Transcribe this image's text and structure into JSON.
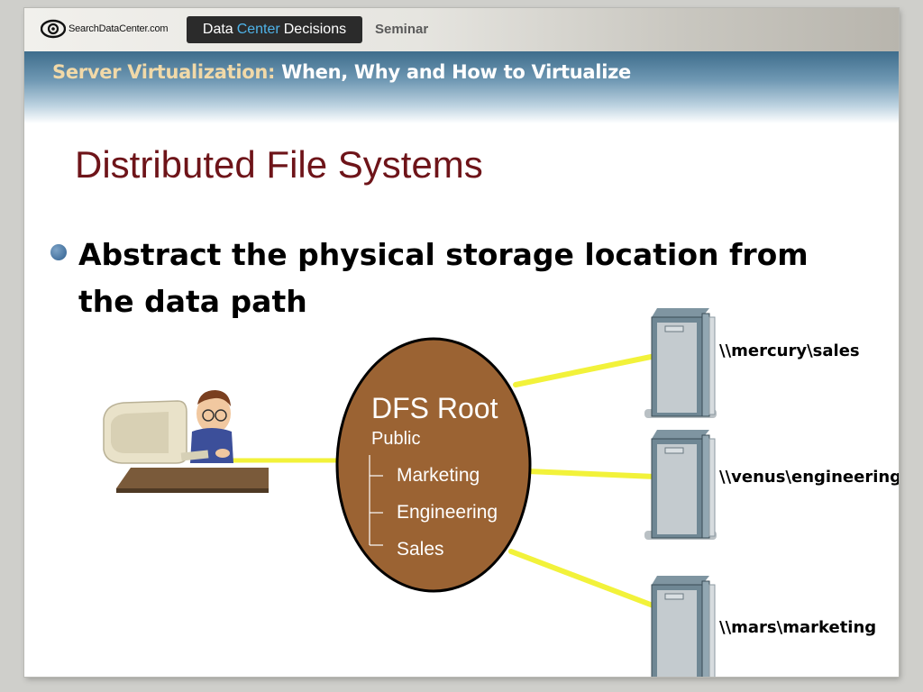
{
  "header": {
    "logo_text": "SearchDataCenter.com",
    "badge": {
      "part1": "Data",
      "accent": "Center",
      "part2": "Decisions"
    },
    "seminar_label": "Seminar"
  },
  "subtitle": {
    "prefix": "Server Virtualization:",
    "rest": "When, Why and How to Virtualize"
  },
  "title": "Distributed File Systems",
  "bullet": "Abstract the physical storage location from the data path",
  "dfs": {
    "root_label": "DFS Root",
    "folder": "Public",
    "items": [
      "Marketing",
      "Engineering",
      "Sales"
    ]
  },
  "servers": [
    {
      "share": "\\\\mercury\\sales"
    },
    {
      "share": "\\\\venus\\engineering"
    },
    {
      "share": "\\\\mars\\marketing"
    }
  ],
  "colors": {
    "title": "#6e1419",
    "dfs_fill": "#9b6333",
    "link_line": "#f2f23a",
    "header_accent": "#4fb3e8"
  },
  "icons": [
    "eye-icon",
    "user-at-computer-icon",
    "server-icon"
  ]
}
